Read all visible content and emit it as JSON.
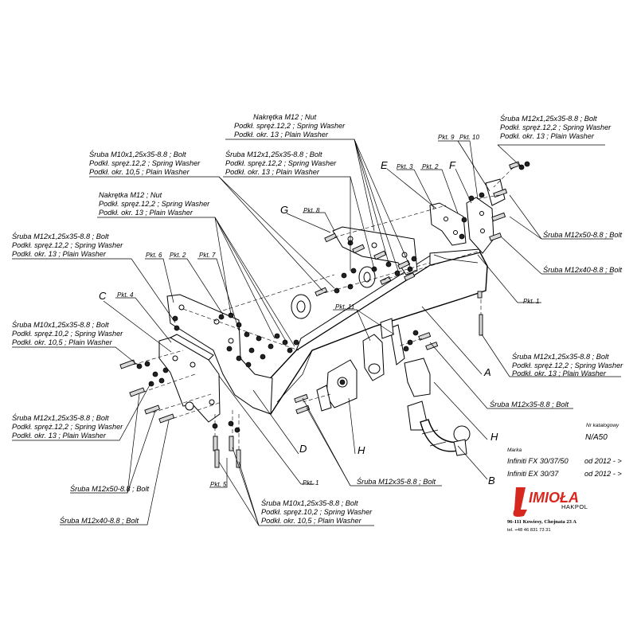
{
  "labels": {
    "nut_top": [
      "Nakrętka  M12 ; Nut",
      "Podkł. spręż.12,2 ; Spring Washer",
      "Podkł. okr. 13 ; Plain Washer"
    ],
    "bolt_top_right": [
      "Śruba M12x1,25x35-8.8 ;  Bolt",
      "Podkł. spręż.12,2 ; Spring Washer",
      "Podkł. okr. 13 ; Plain Washer"
    ],
    "bolt_m10_top": [
      "Śruba M10x1,25x35-8.8 ;  Bolt",
      "Podkł. spręż.12,2 ; Spring Washer",
      "Podkł. okr. 10,5 ; Plain Washer"
    ],
    "bolt_m12_top_mid": [
      "Śruba M12x1,25x35-8.8 ;  Bolt",
      "Podkł. spręż.12,2 ; Spring Washer",
      "Podkł. okr. 13 ; Plain Washer"
    ],
    "nut_left": [
      "Nakrętka  M12 ; Nut",
      "Podkł. spręż.12,2 ; Spring Washer",
      "Podkł. okr. 13 ; Plain Washer"
    ],
    "bolt_left_1": [
      "Śruba M12x1,25x35-8.8 ;  Bolt",
      "Podkł. spręż.12,2 ; Spring Washer",
      "Podkł. okr. 13 ; Plain Washer"
    ],
    "bolt_left_2": [
      "Śruba M10x1,25x35-8.8 ;  Bolt",
      "Podkł. spręż.10,2 ; Spring Washer",
      "Podkł. okr. 10,5 ; Plain Washer"
    ],
    "bolt_left_3": [
      "Śruba M12x1,25x35-8.8 ;  Bolt",
      "Podkł. spręż.12,2 ; Spring Washer",
      "Podkł. okr. 13 ; Plain Washer"
    ],
    "bolt_bottom": [
      "Śruba M10x1,25x35-8.8 ;  Bolt",
      "Podkł. spręż.10,2 ; Spring Washer",
      "Podkł. okr. 10,5 ; Plain Washer"
    ],
    "bolt_right_mid": [
      "Śruba M12x1,25x35-8.8 ;  Bolt",
      "Podkł. spręż.12,2 ; Spring Washer",
      "Podkł. okr. 13 ; Plain Washer"
    ],
    "m12x50_right": "Śruba M12x50-8.8 ;  Bolt",
    "m12x40_right": "Śruba M12x40-8.8 ;  Bolt",
    "m12x35_right": "Śruba M12x35-8.8 ;  Bolt",
    "m12x35_bottom": "Śruba M12x35-8.8 ;  Bolt",
    "m12x50_left": "Śruba M12x50-8.8 ;  Bolt",
    "m12x40_left": "Śruba M12x40-8.8 ;  Bolt"
  },
  "pkt": {
    "p9": "Pkt. 9",
    "p10": "Pkt. 10",
    "p3": "Pkt. 3",
    "p2a": "Pkt. 2",
    "p8": "Pkt. 8",
    "p6": "Pkt. 6",
    "p2b": "Pkt. 2",
    "p7": "Pkt. 7",
    "p4": "Pkt. 4",
    "p11": "Pkt. 11",
    "p1a": "Pkt. 1",
    "p5": "Pkt. 5",
    "p1b": "Pkt. 1"
  },
  "letters": {
    "A": "A",
    "B": "B",
    "C": "C",
    "D": "D",
    "E": "E",
    "F": "F",
    "G": "G",
    "H1": "H",
    "H2": "H"
  },
  "info": {
    "catalog_label": "Nr katalogowy",
    "catalog_no": "N/A50",
    "make_label": "Marka",
    "model1": "Infiniti FX 30/37/50",
    "year1": "od  2012 - >",
    "model2": "Infiniti EX 30/37",
    "year2": "od  2012 - >",
    "brand": "IMIOŁA",
    "brand_sub": "HAKPOL",
    "address": "96-111 Kowiesy, Chojnata 23 A",
    "phone": "tel. +48 46 831 73 31"
  },
  "colors": {
    "brand_red": "#d7281f",
    "ink": "#000000"
  }
}
